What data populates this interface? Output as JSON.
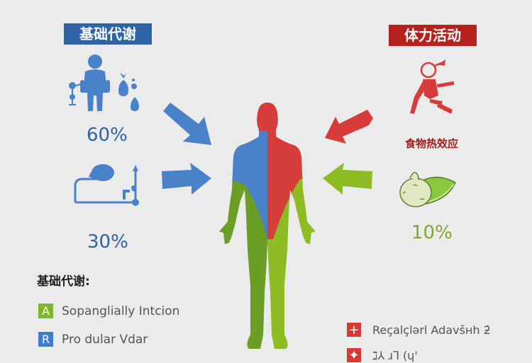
{
  "left_panel": {
    "title": "基础代谢",
    "title_color": "#2f63a8",
    "items": [
      {
        "icon": "person-water-drops-icon",
        "percent": "60%"
      },
      {
        "icon": "organ-process-icon",
        "percent": "30%"
      }
    ]
  },
  "right_panel": {
    "title": "体力活动",
    "title_color": "#b5221e",
    "subtitle": "食物热效应",
    "items": [
      {
        "icon": "running-body-icon"
      },
      {
        "icon": "vegetable-leaf-icon",
        "percent": "10%"
      }
    ]
  },
  "center": {
    "figure": "human-body-figure",
    "colors": {
      "blue": "#4a82c9",
      "red": "#d63c3a",
      "green_dark": "#6a9e25",
      "green_light": "#8dbb22"
    }
  },
  "arrows": {
    "blue": "#4a82c9",
    "red": "#d63c3a",
    "green": "#8dbb22"
  },
  "legend_left": {
    "title": "基础代谢:",
    "items": [
      {
        "badge": "A",
        "badge_color": "#7fb72a",
        "label": "Sopanglially Intcion"
      },
      {
        "badge": "R",
        "badge_color": "#3e7dc9",
        "label": "Pro dular Vdar"
      }
    ]
  },
  "legend_right": {
    "items": [
      {
        "badge": "+",
        "badge_color": "#d43a36",
        "label": "Reçalçlərl Adavšʜh ƻ̇"
      },
      {
        "badge": "✦",
        "badge_color": "#d43a36",
        "label": "ℷ⅄ ɹ⅂ (ɥ'"
      }
    ]
  }
}
